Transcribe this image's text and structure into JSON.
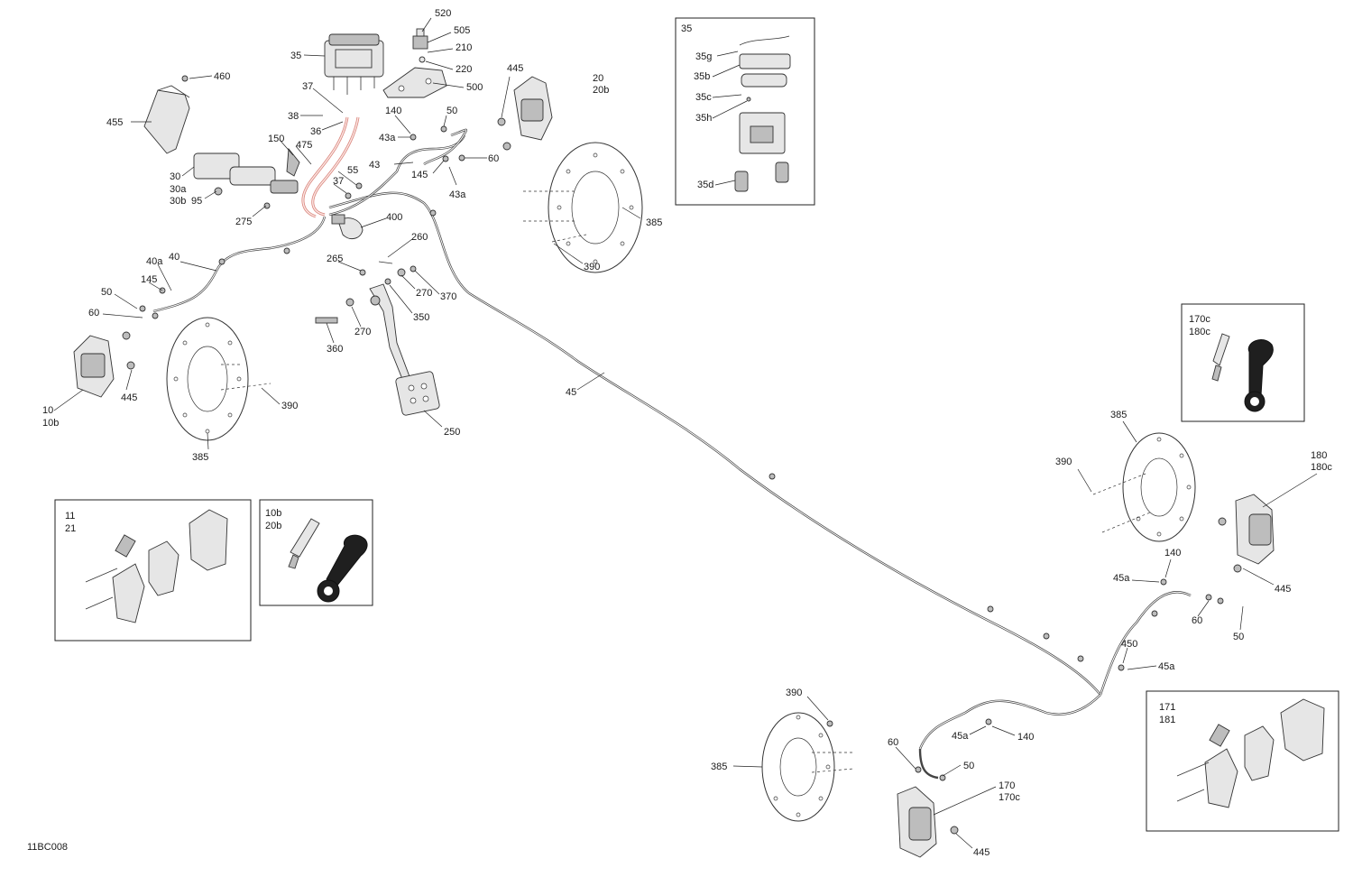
{
  "diagram": {
    "code": "11BC008",
    "callouts": [
      {
        "id": "c-520",
        "text": "520"
      },
      {
        "id": "c-505",
        "text": "505"
      },
      {
        "id": "c-210",
        "text": "210"
      },
      {
        "id": "c-220",
        "text": "220"
      },
      {
        "id": "c-500",
        "text": "500"
      },
      {
        "id": "c-35",
        "text": "35"
      },
      {
        "id": "c-460",
        "text": "460"
      },
      {
        "id": "c-455",
        "text": "455"
      },
      {
        "id": "c-37a",
        "text": "37"
      },
      {
        "id": "c-38",
        "text": "38"
      },
      {
        "id": "c-36",
        "text": "36"
      },
      {
        "id": "c-140a",
        "text": "140"
      },
      {
        "id": "c-50a",
        "text": "50"
      },
      {
        "id": "c-43a1",
        "text": "43a"
      },
      {
        "id": "c-150",
        "text": "150"
      },
      {
        "id": "c-475",
        "text": "475"
      },
      {
        "id": "c-30",
        "text": "30"
      },
      {
        "id": "c-30a",
        "text": "30a"
      },
      {
        "id": "c-30b",
        "text": "30b"
      },
      {
        "id": "c-95",
        "text": "95"
      },
      {
        "id": "c-55",
        "text": "55"
      },
      {
        "id": "c-37b",
        "text": "37"
      },
      {
        "id": "c-43",
        "text": "43"
      },
      {
        "id": "c-145a",
        "text": "145"
      },
      {
        "id": "c-43a2",
        "text": "43a"
      },
      {
        "id": "c-60a",
        "text": "60"
      },
      {
        "id": "c-275",
        "text": "275"
      },
      {
        "id": "c-400",
        "text": "400"
      },
      {
        "id": "c-445a",
        "text": "445"
      },
      {
        "id": "c-20",
        "text": "20"
      },
      {
        "id": "c-20b",
        "text": "20b"
      },
      {
        "id": "c-385a",
        "text": "385"
      },
      {
        "id": "c-390a",
        "text": "390"
      },
      {
        "id": "c-40a",
        "text": "40a"
      },
      {
        "id": "c-40",
        "text": "40"
      },
      {
        "id": "c-145b",
        "text": "145"
      },
      {
        "id": "c-50b",
        "text": "50"
      },
      {
        "id": "c-60b",
        "text": "60"
      },
      {
        "id": "c-260",
        "text": "260"
      },
      {
        "id": "c-265",
        "text": "265"
      },
      {
        "id": "c-270a",
        "text": "270"
      },
      {
        "id": "c-370",
        "text": "370"
      },
      {
        "id": "c-350",
        "text": "350"
      },
      {
        "id": "c-270b",
        "text": "270"
      },
      {
        "id": "c-360",
        "text": "360"
      },
      {
        "id": "c-10",
        "text": "10"
      },
      {
        "id": "c-10b",
        "text": "10b"
      },
      {
        "id": "c-445b",
        "text": "445"
      },
      {
        "id": "c-390b",
        "text": "390"
      },
      {
        "id": "c-385b",
        "text": "385"
      },
      {
        "id": "c-45",
        "text": "45"
      },
      {
        "id": "c-250",
        "text": "250"
      },
      {
        "id": "c-385c",
        "text": "385"
      },
      {
        "id": "c-390c",
        "text": "390"
      },
      {
        "id": "c-180",
        "text": "180"
      },
      {
        "id": "c-180c",
        "text": "180c"
      },
      {
        "id": "c-140b",
        "text": "140"
      },
      {
        "id": "c-45a1",
        "text": "45a"
      },
      {
        "id": "c-445c",
        "text": "445"
      },
      {
        "id": "c-60c",
        "text": "60"
      },
      {
        "id": "c-50c",
        "text": "50"
      },
      {
        "id": "c-450",
        "text": "450"
      },
      {
        "id": "c-45a2",
        "text": "45a"
      },
      {
        "id": "c-390d",
        "text": "390"
      },
      {
        "id": "c-45a3",
        "text": "45a"
      },
      {
        "id": "c-140c",
        "text": "140"
      },
      {
        "id": "c-60d",
        "text": "60"
      },
      {
        "id": "c-50d",
        "text": "50"
      },
      {
        "id": "c-385d",
        "text": "385"
      },
      {
        "id": "c-170",
        "text": "170"
      },
      {
        "id": "c-170c",
        "text": "170c"
      },
      {
        "id": "c-445d",
        "text": "445"
      }
    ],
    "insets": {
      "inset_35": {
        "title": "35",
        "labels": [
          "35g",
          "35b",
          "35c",
          "35h",
          "35d"
        ]
      },
      "inset_170c": {
        "line1": "170c",
        "line2": "180c"
      },
      "inset_11": {
        "line1": "11",
        "line2": "21"
      },
      "inset_10b": {
        "line1": "10b",
        "line2": "20b"
      },
      "inset_171": {
        "line1": "171",
        "line2": "181"
      }
    },
    "highlight_color": "#d9837a"
  }
}
